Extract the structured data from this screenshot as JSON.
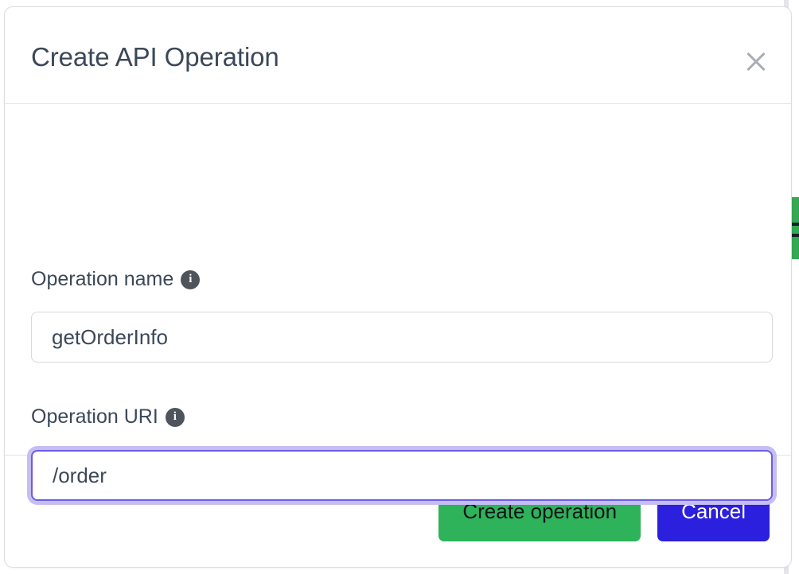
{
  "dialog": {
    "title": "Create API Operation",
    "close_icon": "close-icon"
  },
  "form": {
    "fields": [
      {
        "label": "Operation name",
        "info_icon": "info-icon",
        "value": "getOrderInfo",
        "placeholder": "",
        "focused": false
      },
      {
        "label": "Operation URI",
        "info_icon": "info-icon",
        "value": "/order",
        "placeholder": "",
        "focused": true
      }
    ]
  },
  "footer": {
    "primary_label": "Create operation",
    "secondary_label": "Cancel"
  },
  "colors": {
    "primary_button": "#2eb25a",
    "secondary_button": "#2b20dd",
    "focus_ring": "#c6bef2",
    "focus_border": "#6b5ce7",
    "title_text": "#3c4858",
    "background_accent": "#34a853"
  }
}
